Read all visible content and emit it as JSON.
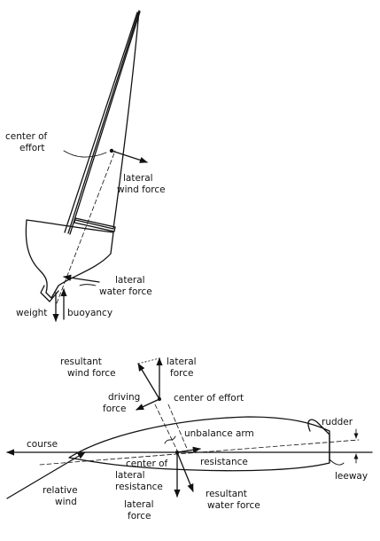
{
  "top_diagram": {
    "center_of_effort": [
      "center of",
      "effort"
    ],
    "lateral_wind_force": [
      "lateral",
      "wind force"
    ],
    "lateral_water_force": [
      "lateral",
      "water force"
    ],
    "weight": "weight",
    "buoyancy": "buoyancy"
  },
  "bottom_diagram": {
    "resultant_wind_force": [
      "resultant",
      "wind force"
    ],
    "lateral_force_top": [
      "lateral",
      "force"
    ],
    "driving_force": [
      "driving",
      "force"
    ],
    "center_of_effort": "center of effort",
    "rudder": "rudder",
    "course": "course",
    "unbalance_arm": "unbalance arm",
    "resistance": "resistance",
    "center_of_lateral_resistance": [
      "center of",
      "lateral",
      "resistance"
    ],
    "leeway": "leeway",
    "relative_wind": [
      "relative",
      "wind"
    ],
    "lateral_force_bottom": [
      "lateral",
      "force"
    ],
    "resultant_water_force": [
      "resultant",
      "water force"
    ]
  }
}
